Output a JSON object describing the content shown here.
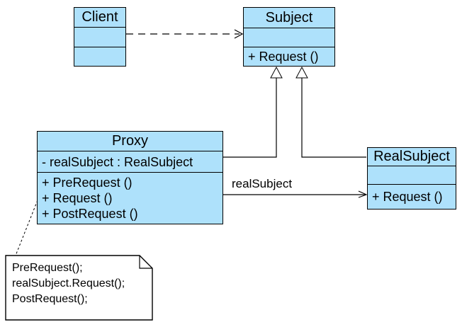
{
  "diagram": {
    "classes": {
      "client": {
        "name": "Client",
        "attributes": [],
        "methods": []
      },
      "subject": {
        "name": "Subject",
        "attributes": [],
        "methods": [
          "+ Request ()"
        ]
      },
      "proxy": {
        "name": "Proxy",
        "attributes": [
          "- realSubject : RealSubject"
        ],
        "methods": [
          "+ PreRequest ()",
          "+ Request ()",
          "+ PostRequest ()"
        ]
      },
      "realsubject": {
        "name": "RealSubject",
        "attributes": [],
        "methods": [
          "+ Request ()"
        ]
      }
    },
    "relations": {
      "dependency_client_subject": "dashed open arrow",
      "generalization_proxy_subject": "hollow triangle",
      "generalization_realsubject_subject": "hollow triangle",
      "association_label": "realSubject"
    },
    "note": {
      "lines": [
        "PreRequest();",
        "realSubject.Request();",
        "PostRequest();"
      ]
    },
    "colors": {
      "class_fill": "#AEE1FB",
      "line": "#000000",
      "note_fill": "#FFFFFF",
      "background": "#FFFFFF"
    }
  }
}
